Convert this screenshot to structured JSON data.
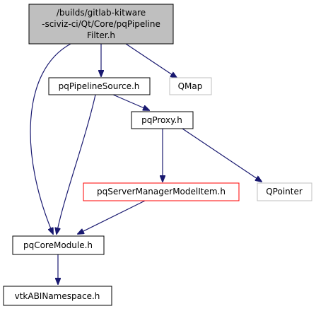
{
  "colors": {
    "edge": "#191970",
    "border_default": "#000000",
    "border_external": "#bfbfbf",
    "border_incomplete": "#ff0000",
    "fill_root": "#bfbfbf",
    "fill_default": "#ffffff"
  },
  "nodes": {
    "root": {
      "line1": "/builds/gitlab-kitware",
      "line2": "-sciviz-ci/Qt/Core/pqPipeline",
      "line3": "Filter.h"
    },
    "pipeline_source": {
      "label": "pqPipelineSource.h"
    },
    "qmap": {
      "label": "QMap"
    },
    "proxy": {
      "label": "pqProxy.h"
    },
    "server_manager_model_item": {
      "label": "pqServerManagerModelItem.h"
    },
    "qpointer": {
      "label": "QPointer"
    },
    "core_module": {
      "label": "pqCoreModule.h"
    },
    "abi_namespace": {
      "label": "vtkABINamespace.h"
    }
  }
}
